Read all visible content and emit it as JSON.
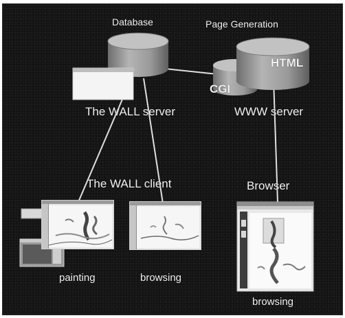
{
  "diagram": {
    "labels": {
      "database": "Database",
      "page_generation": "Page Generation",
      "html": "HTML",
      "cgi": "CGI",
      "wall_server": "The WALL server",
      "www_server": "WWW server",
      "wall_client": "The WALL client",
      "browser": "Browser",
      "painting": "painting",
      "browsing_client": "browsing",
      "browsing_browser": "browsing"
    },
    "colors": {
      "background": "#141414",
      "text": "#f2f2f2",
      "cylinder": "#9c9c9c",
      "connector": "#e0e0e0"
    }
  }
}
